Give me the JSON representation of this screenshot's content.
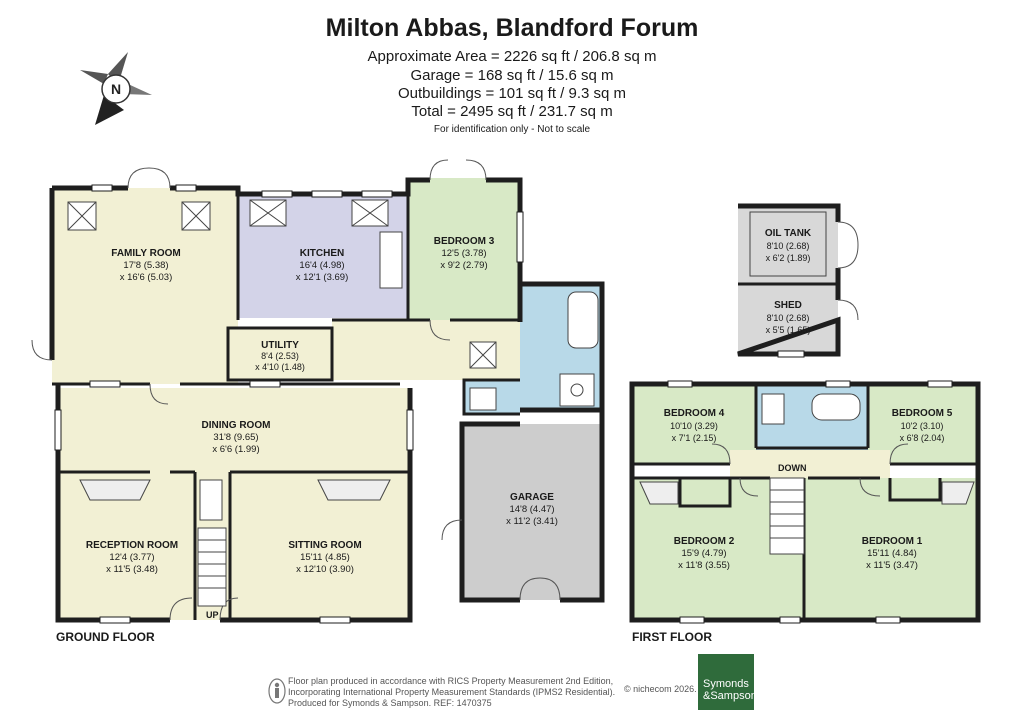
{
  "header": {
    "title": "Milton Abbas, Blandford Forum",
    "areas": [
      "Approximate Area = 2226 sq ft / 206.8 sq m",
      "Garage = 168 sq ft / 15.6 sq m",
      "Outbuildings = 101 sq ft / 9.3 sq m",
      "Total = 2495 sq ft / 231.7 sq m"
    ],
    "note": "For identification only - Not to scale"
  },
  "compass": {
    "letter": "N"
  },
  "rooms": {
    "family_room": {
      "name": "FAMILY ROOM",
      "dim1": "17'8 (5.38)",
      "dim2": "x 16'6 (5.03)"
    },
    "kitchen": {
      "name": "KITCHEN",
      "dim1": "16'4 (4.98)",
      "dim2": "x 12'1 (3.69)"
    },
    "bedroom3": {
      "name": "BEDROOM 3",
      "dim1": "12'5 (3.78)",
      "dim2": "x 9'2 (2.79)"
    },
    "utility": {
      "name": "UTILITY",
      "dim1": "8'4 (2.53)",
      "dim2": "x 4'10 (1.48)"
    },
    "dining_room": {
      "name": "DINING ROOM",
      "dim1": "31'8 (9.65)",
      "dim2": "x 6'6 (1.99)"
    },
    "reception_room": {
      "name": "RECEPTION ROOM",
      "dim1": "12'4 (3.77)",
      "dim2": "x 11'5 (3.48)"
    },
    "sitting_room": {
      "name": "SITTING ROOM",
      "dim1": "15'11 (4.85)",
      "dim2": "x 12'10 (3.90)"
    },
    "garage": {
      "name": "GARAGE",
      "dim1": "14'8 (4.47)",
      "dim2": "x 11'2 (3.41)"
    },
    "oil_tank": {
      "name": "OIL TANK",
      "dim1": "8'10 (2.68)",
      "dim2": "x 6'2 (1.89)"
    },
    "shed": {
      "name": "SHED",
      "dim1": "8'10 (2.68)",
      "dim2": "x 5'5 (1.65)"
    },
    "bedroom4": {
      "name": "BEDROOM 4",
      "dim1": "10'10 (3.29)",
      "dim2": "x 7'1 (2.15)"
    },
    "bedroom5": {
      "name": "BEDROOM 5",
      "dim1": "10'2 (3.10)",
      "dim2": "x 6'8 (2.04)"
    },
    "bedroom2": {
      "name": "BEDROOM 2",
      "dim1": "15'9 (4.79)",
      "dim2": "x 11'8 (3.55)"
    },
    "bedroom1": {
      "name": "BEDROOM 1",
      "dim1": "15'11 (4.84)",
      "dim2": "x 11'5 (3.47)"
    }
  },
  "stairs": {
    "up": "UP",
    "down": "DOWN"
  },
  "floors": {
    "ground": "GROUND FLOOR",
    "first": "FIRST FLOOR"
  },
  "footer": {
    "lines": [
      "Floor plan produced in accordance with RICS Property Measurement 2nd Edition,",
      "Incorporating International Property Measurement Standards (IPMS2 Residential).",
      "Produced for Symonds & Sampson.   REF: 1470375"
    ],
    "copyright": "© nichecom 2026.",
    "logo_line1": "Symonds",
    "logo_line2": "&Sampson"
  },
  "colors": {
    "living": "#f2f0d4",
    "kitchen": "#d3d3e8",
    "bedroom": "#d8e9c6",
    "bathroom": "#b8d9e8",
    "garage": "#cdcdcd",
    "outbuilding": "#d8d8d8",
    "wall": "#1e1e1e",
    "logo": "#2f6b3b"
  }
}
